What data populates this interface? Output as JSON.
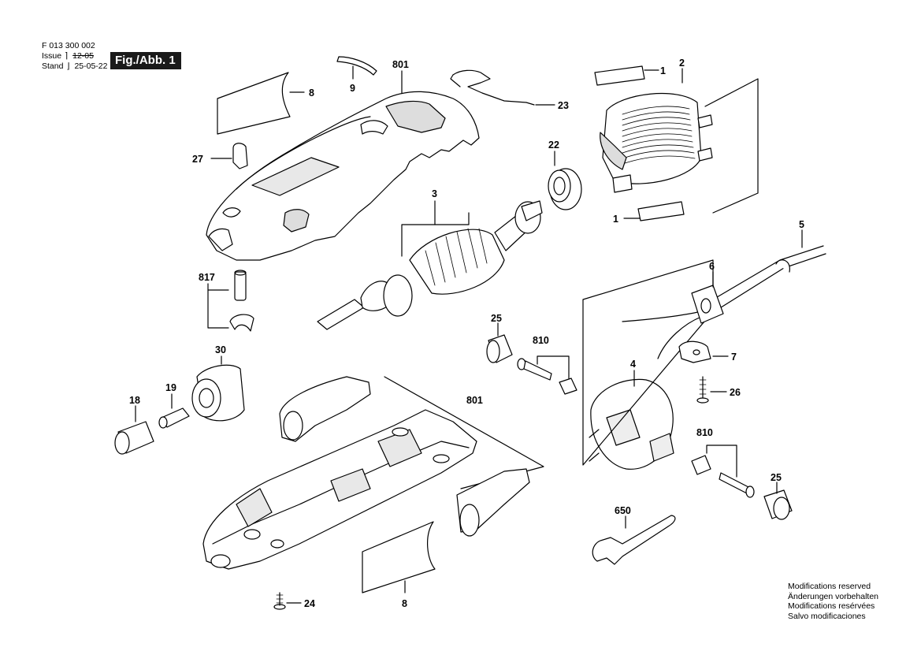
{
  "header": {
    "code": "F 013 300 002",
    "issue_label": "Issue",
    "issue_value": "12-05",
    "stand_label": "Stand",
    "stand_value": "25-05-22",
    "figure": "Fig./Abb. 1"
  },
  "footer": {
    "lines": [
      "Modifications reserved",
      "Änderungen vorbehalten",
      "Modifications resérvées",
      "Salvo modificaciones"
    ]
  },
  "parts": {
    "p1a": "1",
    "p1b": "1",
    "p2": "2",
    "p3": "3",
    "p4": "4",
    "p5": "5",
    "p6": "6",
    "p7": "7",
    "p8a": "8",
    "p8b": "8",
    "p9": "9",
    "p18": "18",
    "p19": "19",
    "p22": "22",
    "p23": "23",
    "p24": "24",
    "p25a": "25",
    "p25b": "25",
    "p26": "26",
    "p27": "27",
    "p30": "30",
    "p650": "650",
    "p801a": "801",
    "p801b": "801",
    "p810a": "810",
    "p810b": "810",
    "p817": "817"
  }
}
